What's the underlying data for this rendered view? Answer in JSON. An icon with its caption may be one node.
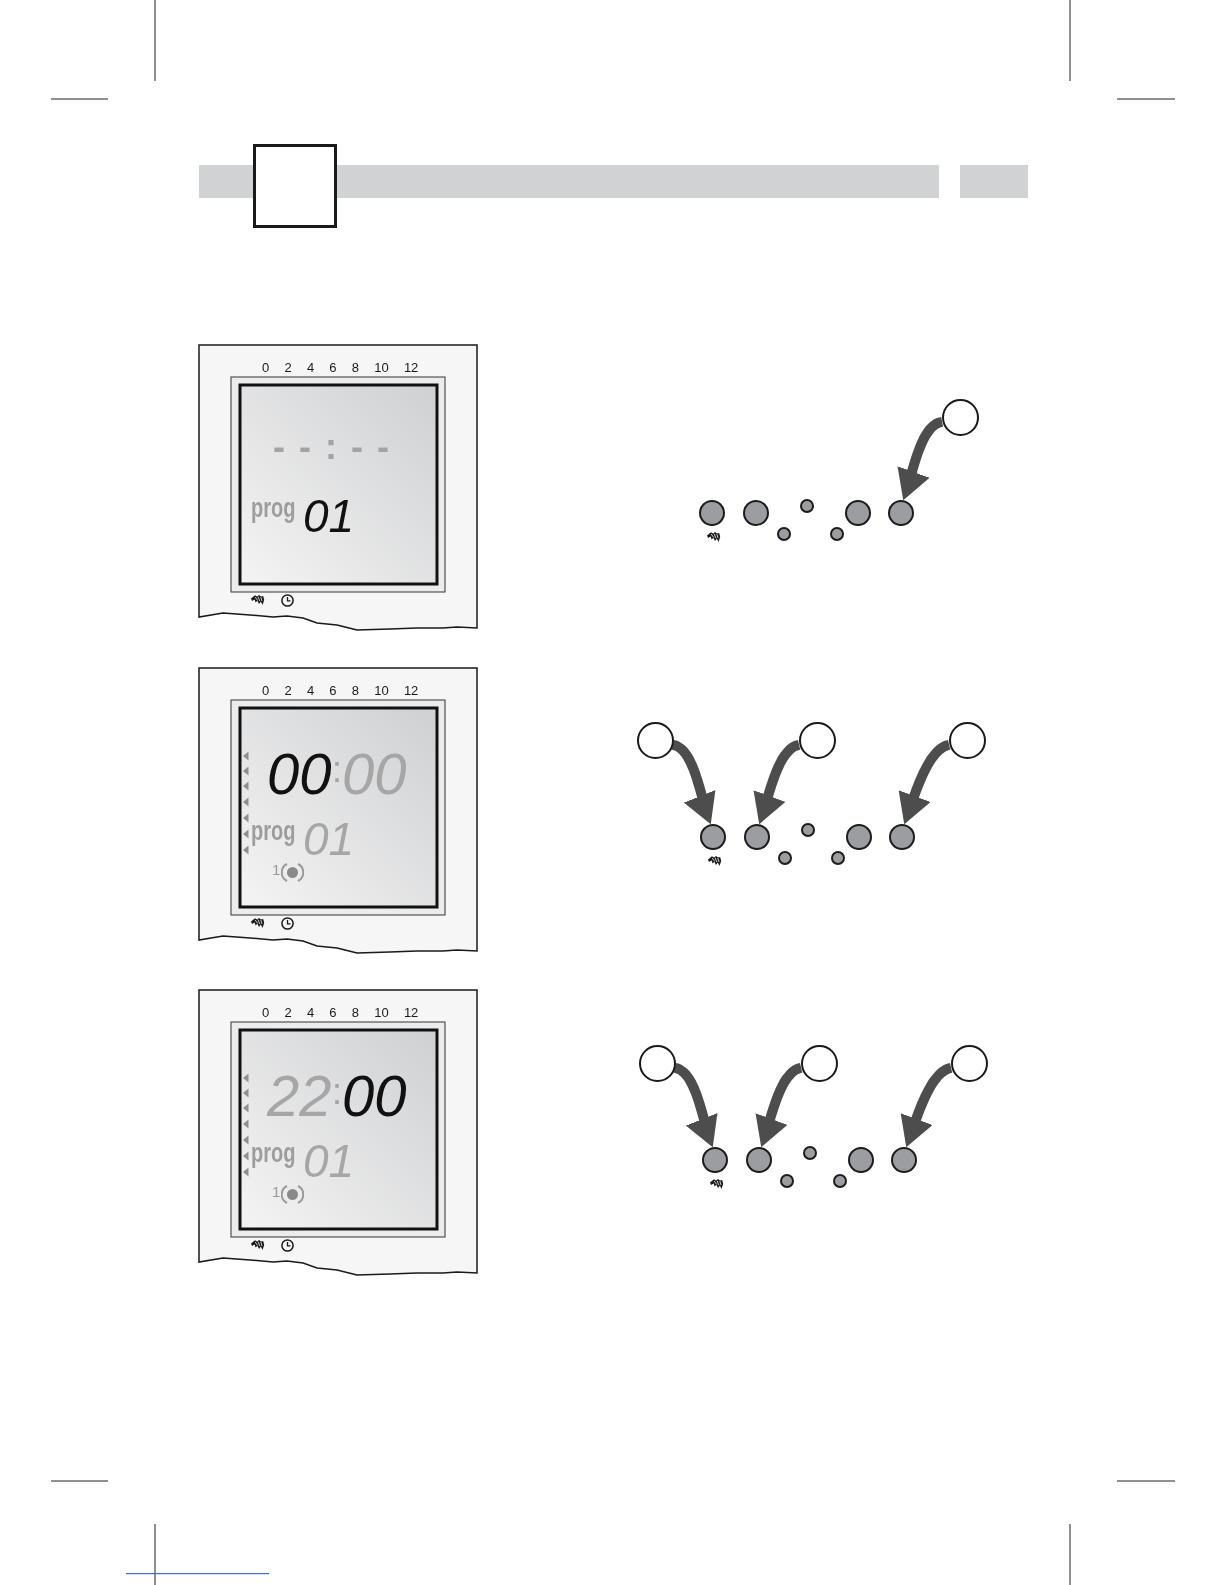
{
  "diagram": {
    "nodes": [
      {
        "text": [],
        "shape": "circle"
      },
      {
        "text": [],
        "shape": "circle"
      },
      {
        "text": [],
        "shape": "circle"
      },
      {
        "text": [],
        "shape": "circle"
      },
      {
        "text": [],
        "shape": "circle"
      },
      {
        "text": [],
        "shape": "circle"
      },
      {
        "text": [],
        "shape": "circle"
      },
      {
        "text": [],
        "shape": "circle"
      },
      {
        "text": [],
        "shape": "circle"
      },
      {
        "text": [],
        "shape": "circle"
      },
      {
        "text": [],
        "shape": "circle"
      },
      {
        "text": [],
        "shape": "circle"
      },
      {
        "text": [],
        "shape": "circle"
      },
      {
        "text": [],
        "shape": "circle"
      },
      {
        "text": [],
        "shape": "circle"
      },
      {
        "text": [],
        "shape": "circle"
      },
      {
        "text": [],
        "shape": "circle"
      },
      {
        "text": [],
        "shape": "circle"
      },
      {
        "text": [],
        "shape": "circle"
      },
      {
        "text": [],
        "shape": "circle"
      },
      {
        "text": [],
        "shape": "circle"
      },
      {
        "text": [],
        "shape": "circle"
      },
      {
        "text": [],
        "shape": "circle"
      },
      {
        "text": [],
        "shape": "circle"
      },
      {
        "text": [],
        "shape": "circle"
      },
      {
        "text": [],
        "shape": "circle"
      },
      {
        "text": [],
        "shape": "circle"
      },
      {
        "text": [],
        "shape": "circle"
      }
    ],
    "edges": [
      {
        "from": 0,
        "to": 7,
        "arrow": "to"
      },
      {
        "from": 8,
        "to": 11,
        "arrow": "to"
      },
      {
        "from": 9,
        "to": 12,
        "arrow": "to"
      },
      {
        "from": 10,
        "to": 17,
        "arrow": "to"
      },
      {
        "from": 18,
        "to": 21,
        "arrow": "to"
      },
      {
        "from": 19,
        "to": 22,
        "arrow": "to"
      },
      {
        "from": 20,
        "to": 27,
        "arrow": "to"
      }
    ],
    "labels": [
      "0 2 4 6 8 10 12",
      "--:--",
      "prog",
      "01",
      "0 2 4 6 8 10 12",
      "00",
      ":",
      "00",
      "prog",
      "01",
      "1",
      "0 2 4 6 8 10 12",
      "22",
      ":",
      "00",
      "prog",
      "01",
      "1"
    ]
  }
}
